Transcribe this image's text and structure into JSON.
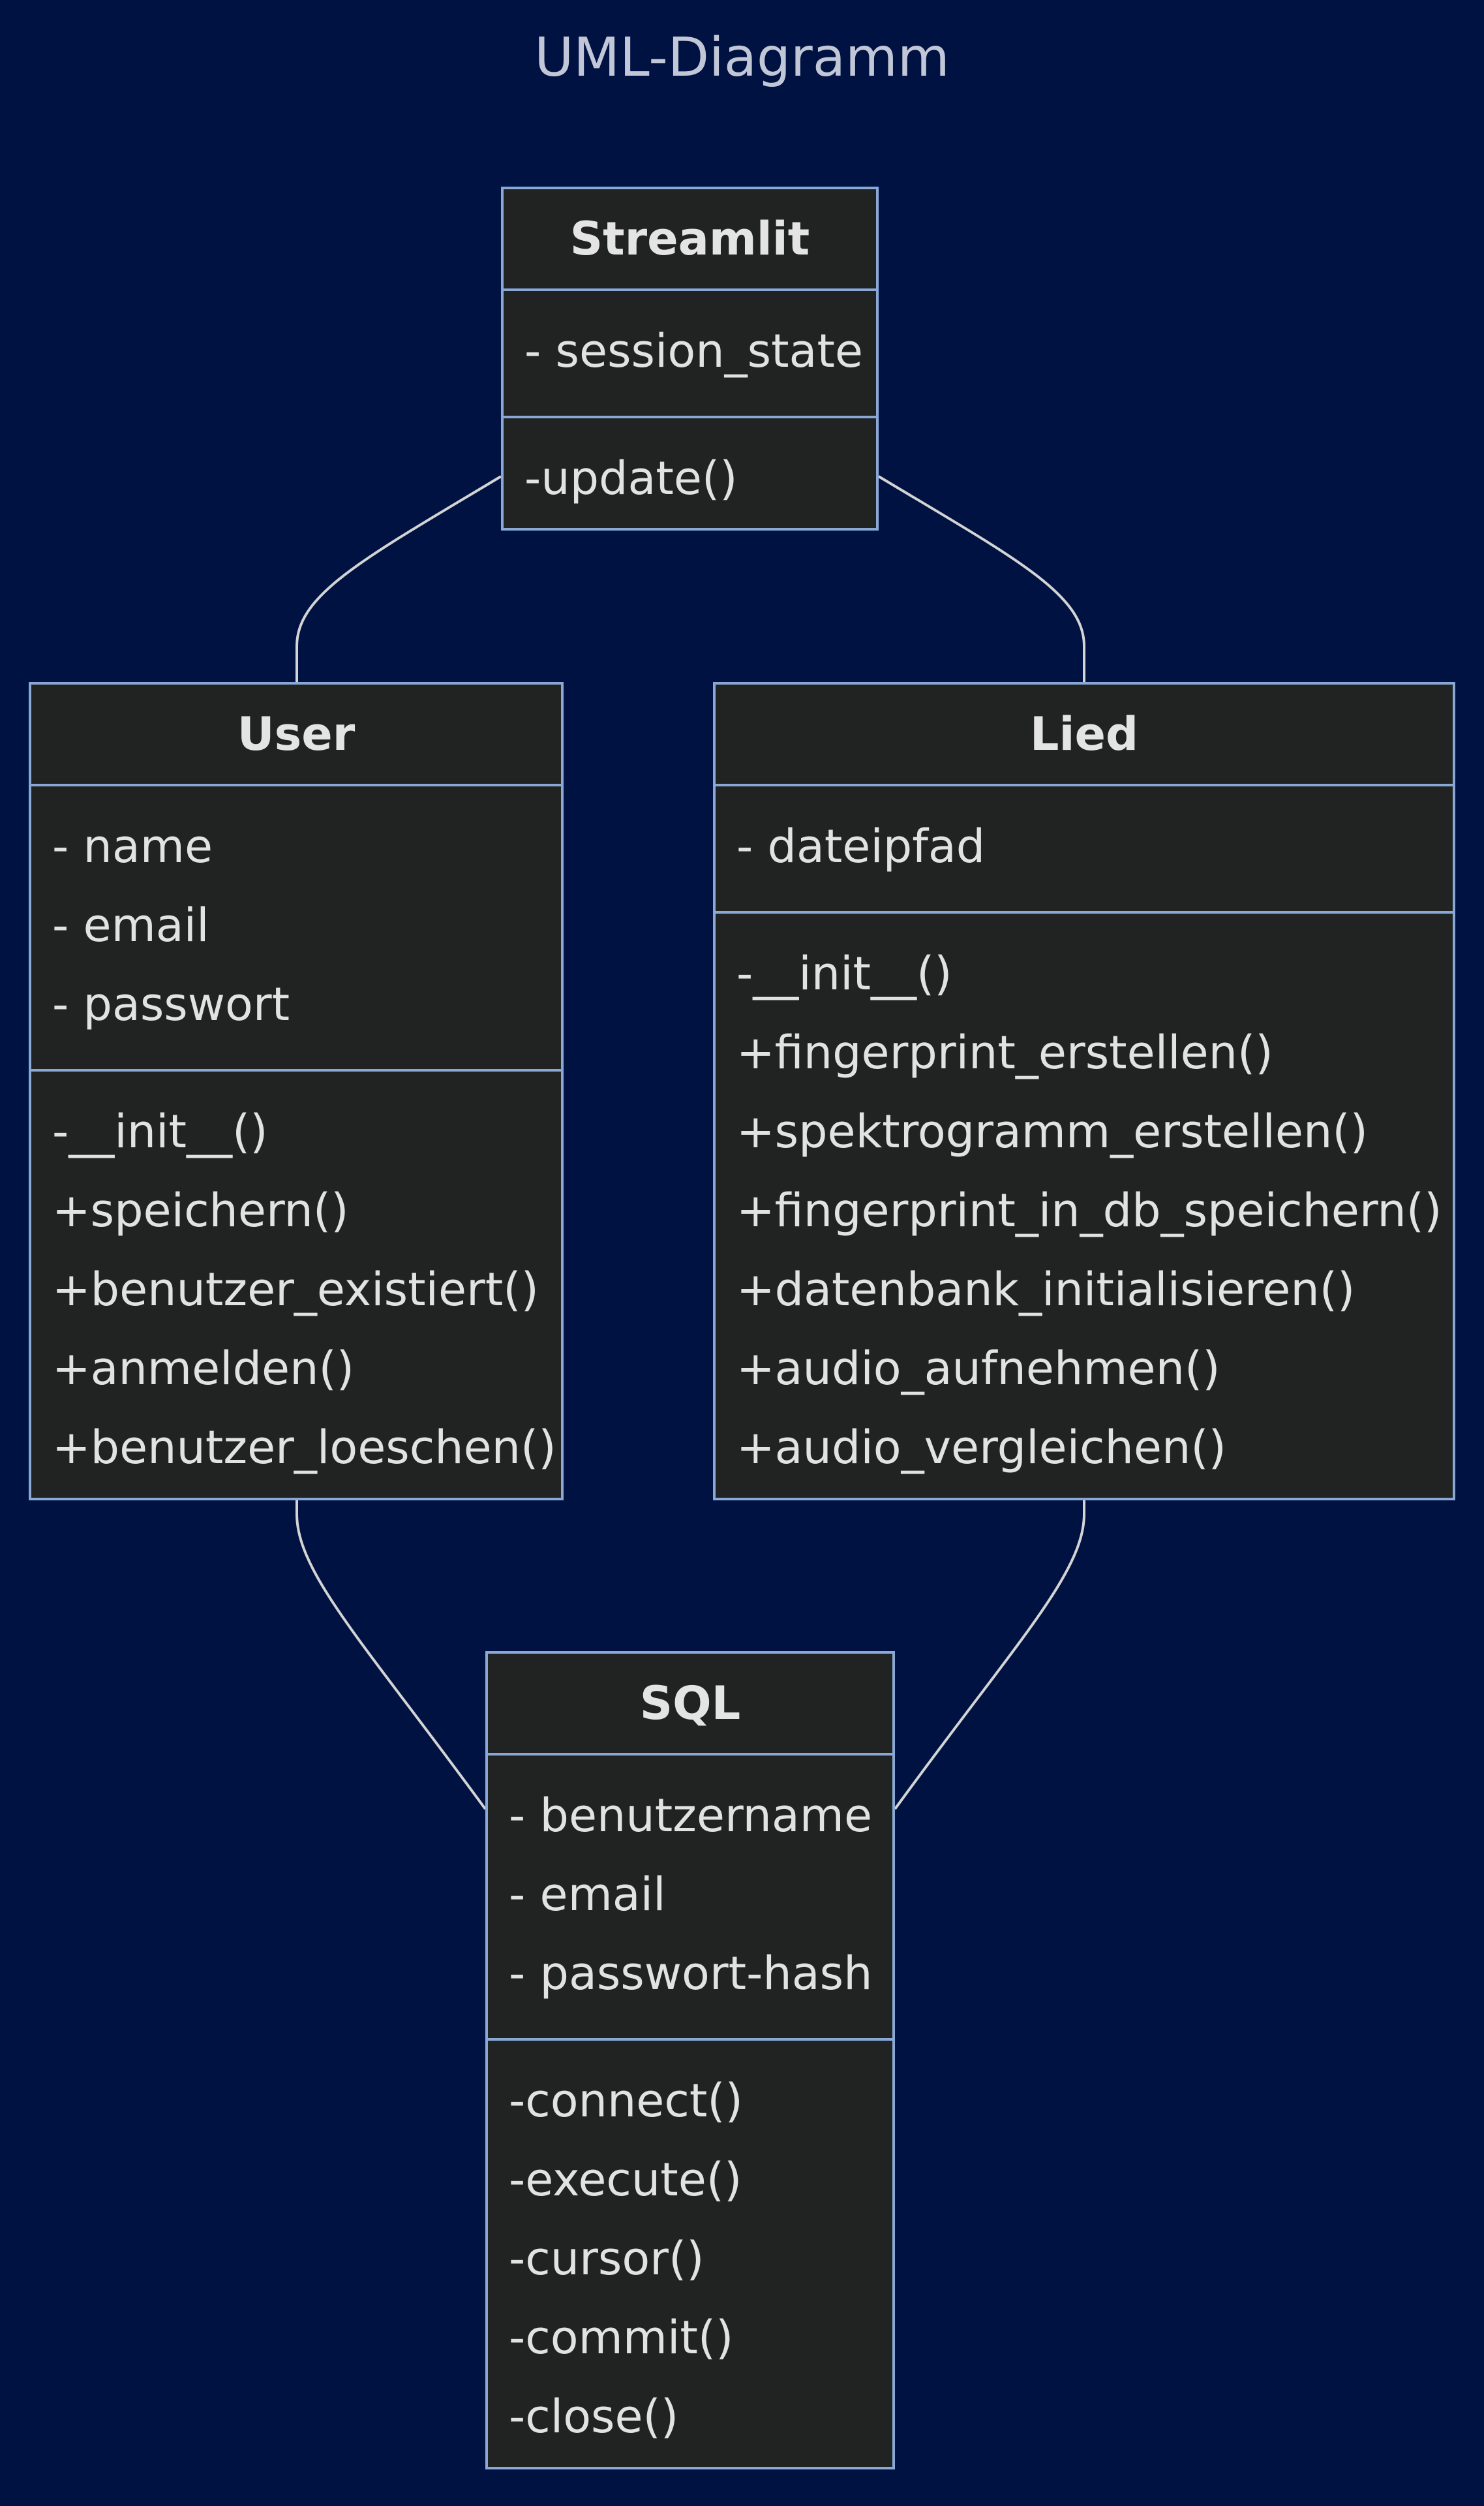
{
  "title": "UML-Diagramm",
  "colors": {
    "background": "#001242",
    "box_fill": "#212322",
    "box_border": "#8aa8d6",
    "connector": "#d4d4d4",
    "text": "#e2e2e2"
  },
  "classes": [
    {
      "id": "streamlit",
      "name": "Streamlit",
      "attributes": [
        "- session_state"
      ],
      "methods": [
        "-update()"
      ]
    },
    {
      "id": "user",
      "name": "User",
      "attributes": [
        "- name",
        "- email",
        "- passwort"
      ],
      "methods": [
        "-__init__()",
        "+speichern()",
        "+benutzer_existiert()",
        "+anmelden()",
        "+benutzer_loeschen()"
      ]
    },
    {
      "id": "lied",
      "name": "Lied",
      "attributes": [
        "- dateipfad"
      ],
      "methods": [
        "-__init__()",
        "+fingerprint_erstellen()",
        "+spektrogramm_erstellen()",
        "+fingerprint_in_db_speichern()",
        "+datenbank_initialisieren()",
        "+audio_aufnehmen()",
        "+audio_vergleichen()"
      ]
    },
    {
      "id": "sql",
      "name": "SQL",
      "attributes": [
        "- benutzername",
        "- email",
        "- passwort-hash"
      ],
      "methods": [
        "-connect()",
        "-execute()",
        "-cursor()",
        "-commit()",
        "-close()"
      ]
    }
  ],
  "associations": [
    {
      "from": "streamlit",
      "to": "user"
    },
    {
      "from": "streamlit",
      "to": "lied"
    },
    {
      "from": "user",
      "to": "sql"
    },
    {
      "from": "lied",
      "to": "sql"
    }
  ]
}
